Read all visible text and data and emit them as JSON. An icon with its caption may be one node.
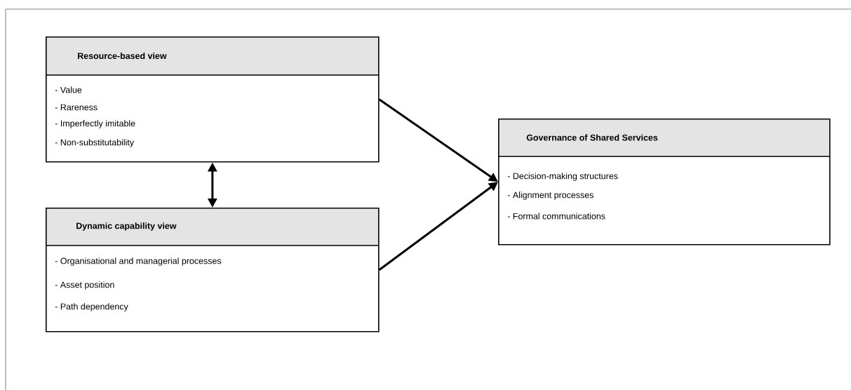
{
  "diagram": {
    "nodes": [
      {
        "text": [
          "Resource-based view",
          "- Value",
          "- Rareness",
          "- Imperfectly imitable",
          "- Non-substitutability"
        ]
      },
      {
        "text": [
          "Dynamic capability view",
          "- Organisational and managerial processes",
          "- Asset position",
          "- Path dependency"
        ]
      },
      {
        "text": [
          "Governance of Shared Services",
          "- Decision-making structures",
          "- Alignment processes",
          "- Formal communications"
        ]
      }
    ],
    "edges": [
      {
        "from": 0,
        "to": 1,
        "arrow": "both"
      },
      {
        "from": 0,
        "to": 2,
        "arrow": "to"
      },
      {
        "from": 1,
        "to": 2,
        "arrow": "to"
      }
    ]
  }
}
